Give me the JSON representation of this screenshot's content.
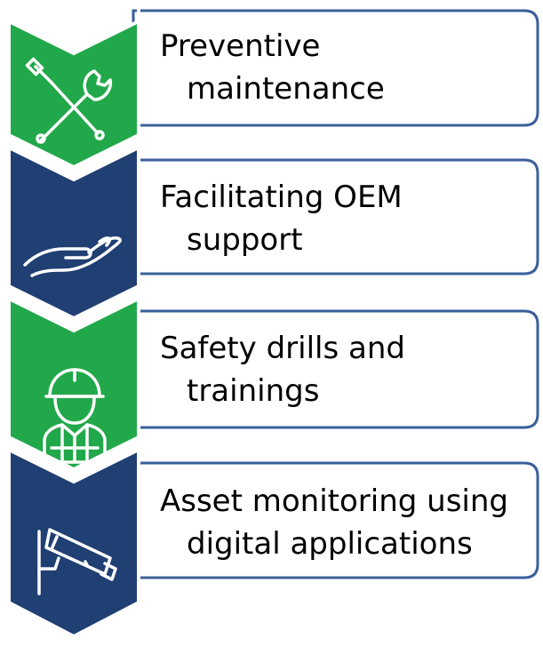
{
  "steps": [
    {
      "line1": "Preventive",
      "line2": "maintenance",
      "icon": "tools-icon",
      "color": "#21a84a"
    },
    {
      "line1": "Facilitating OEM",
      "line2": "support",
      "icon": "hand-icon",
      "color": "#203f73"
    },
    {
      "line1": "Safety drills and",
      "line2": "trainings",
      "icon": "worker-icon",
      "color": "#21a84a"
    },
    {
      "line1": "Asset monitoring using",
      "line2": "digital applications",
      "icon": "cctv-camera-icon",
      "color": "#203f73"
    }
  ],
  "colors": {
    "green": "#21a84a",
    "navy": "#203f73",
    "box_border": "#3b5f9a",
    "chevron_border": "#ffffff"
  }
}
